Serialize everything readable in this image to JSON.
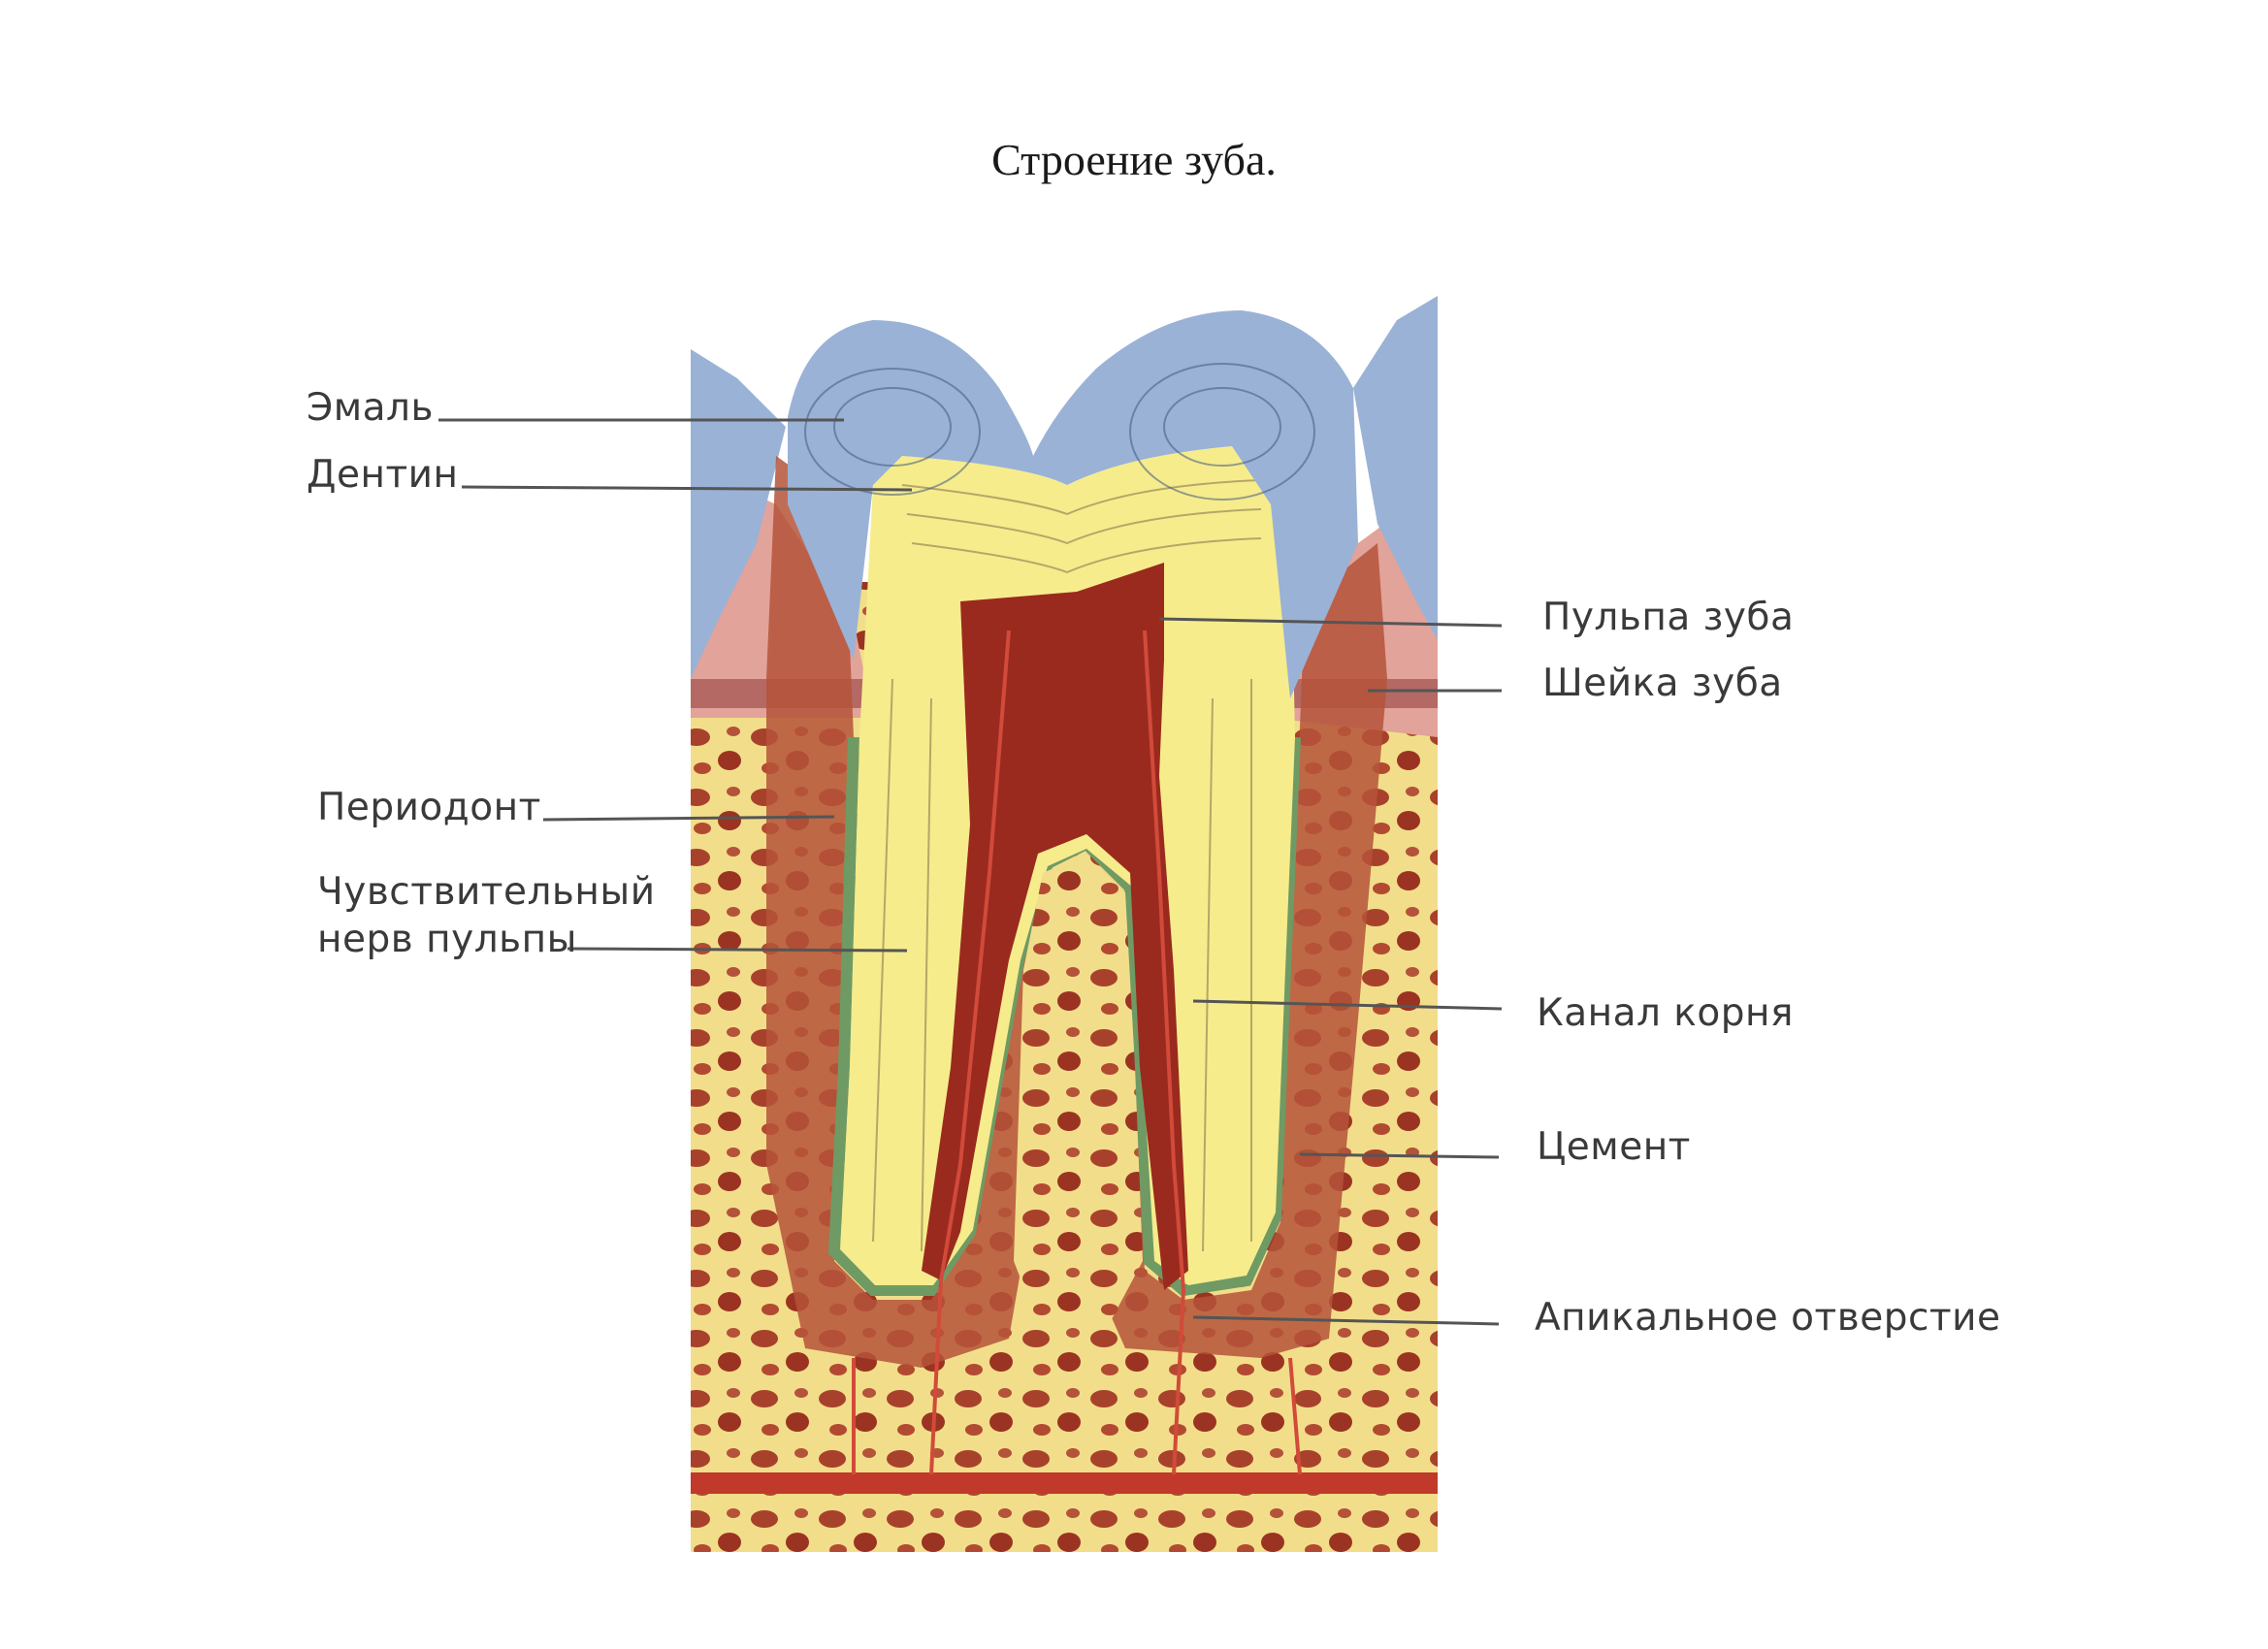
{
  "title": "Строение зуба.",
  "labels": {
    "enamel": "Эмаль",
    "dentin": "Дентин",
    "periodontium": "Периодонт",
    "nerve_line1": "Чувствительный",
    "nerve_line2": "нерв пульпы",
    "pulp": "Пульпа зуба",
    "neck": "Шейка зуба",
    "root_canal": "Канал корня",
    "cement": "Цемент",
    "apical": "Апикальное отверстие"
  },
  "colors": {
    "enamel": "#9ab2d6",
    "dentin": "#f6ec8c",
    "pulp": "#9a2a1e",
    "gum": "#e4a49a",
    "bone": "#f3e28f",
    "bone_holes": "#a33a28",
    "cement": "#7aa26e",
    "leader": "#555555"
  }
}
